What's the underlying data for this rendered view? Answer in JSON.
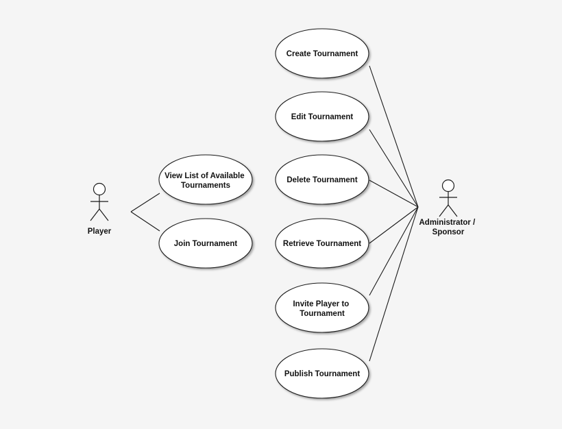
{
  "colors": {
    "background": "#f5f5f5",
    "ellipse_fill": "#ffffff",
    "stroke": "#1a1a1a",
    "text": "#111111"
  },
  "actors": {
    "player": {
      "label": "Player"
    },
    "admin": {
      "label_line1": "Administrator /",
      "label_line2": "Sponsor"
    }
  },
  "use_cases": {
    "view_list": {
      "line1": "View List of Available",
      "line2": "Tournaments"
    },
    "join": {
      "label": "Join Tournament"
    },
    "create": {
      "label": "Create Tournament"
    },
    "edit": {
      "label": "Edit Tournament"
    },
    "delete": {
      "label": "Delete Tournament"
    },
    "retrieve": {
      "label": "Retrieve Tournament"
    },
    "invite": {
      "line1": "Invite Player to",
      "line2": "Tournament"
    },
    "publish": {
      "label": "Publish Tournament"
    }
  },
  "associations": [
    {
      "actor": "Player",
      "use_case": "View List of Available Tournaments"
    },
    {
      "actor": "Player",
      "use_case": "Join Tournament"
    },
    {
      "actor": "Administrator / Sponsor",
      "use_case": "Create Tournament"
    },
    {
      "actor": "Administrator / Sponsor",
      "use_case": "Edit Tournament"
    },
    {
      "actor": "Administrator / Sponsor",
      "use_case": "Delete Tournament"
    },
    {
      "actor": "Administrator / Sponsor",
      "use_case": "Retrieve Tournament"
    },
    {
      "actor": "Administrator / Sponsor",
      "use_case": "Invite Player to Tournament"
    },
    {
      "actor": "Administrator / Sponsor",
      "use_case": "Publish Tournament"
    }
  ]
}
